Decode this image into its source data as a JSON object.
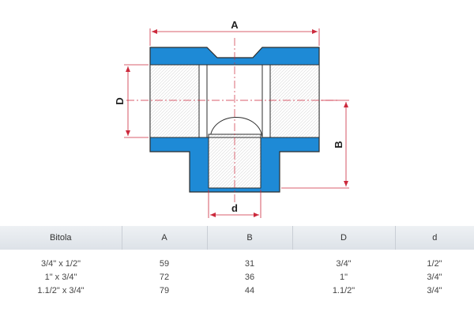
{
  "drawing": {
    "labels": {
      "a": "A",
      "b": "B",
      "d_upper": "D",
      "d_lower": "d"
    },
    "colors": {
      "wall": "#1e8ad6",
      "outline": "#2d2d2d",
      "dimension": "#cc2a3d",
      "centerline": "#cc2a3d"
    }
  },
  "table": {
    "headers": [
      "Bitola",
      "A",
      "B",
      "D",
      "d"
    ],
    "rows": [
      [
        "3/4\" x 1/2\"",
        "59",
        "31",
        "3/4\"",
        "1/2\""
      ],
      [
        "1\" x 3/4\"",
        "72",
        "36",
        "1\"",
        "3/4\""
      ],
      [
        "1.1/2\" x 3/4\"",
        "79",
        "44",
        "1.1/2\"",
        "3/4\""
      ]
    ]
  }
}
